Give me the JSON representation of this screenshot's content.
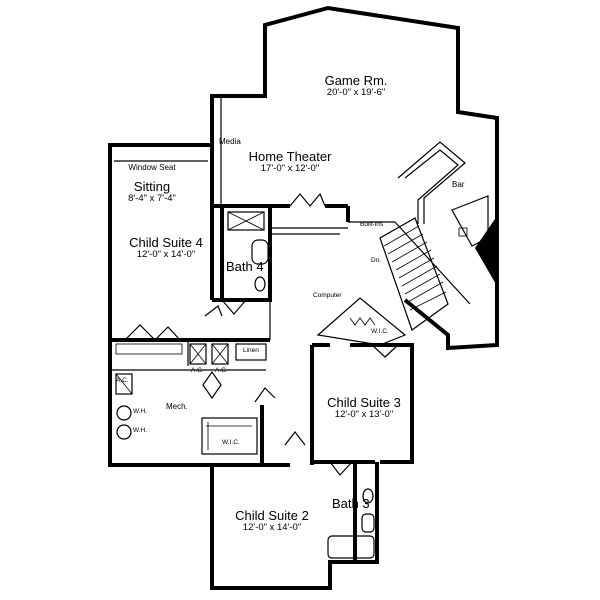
{
  "rooms": {
    "game_room": {
      "name": "Game Rm.",
      "dims": "20'-0\" x 19'-6\""
    },
    "home_theater": {
      "name": "Home Theater",
      "dims": "17'-0\" x 12'-0\""
    },
    "sitting": {
      "name": "Sitting",
      "dims": "8'-4\" x 7'-4\""
    },
    "child_suite_4": {
      "name": "Child Suite 4",
      "dims": "12'-0\" x 14'-0\""
    },
    "child_suite_3": {
      "name": "Child Suite 3",
      "dims": "12'-0\" x 13'-0\""
    },
    "child_suite_2": {
      "name": "Child Suite 2",
      "dims": "12'-0\" x 14'-0\""
    },
    "bath_4": {
      "name": "Bath 4"
    },
    "bath_3": {
      "name": "Bath 3"
    },
    "mech": {
      "name": "Mech."
    }
  },
  "labels": {
    "window_seat": "Window Seat",
    "media": "Media",
    "bar": "Bar",
    "built_ins": "Built-ins",
    "dn": "Dn.",
    "computer": "Computer",
    "wic_3": "W.I.C.",
    "wic_2": "W.I.C.",
    "linen": "Linen",
    "ac_1": "A.C.",
    "ac_2": "A.C.",
    "ac_3": "A.C.",
    "wh_1": "W.H.",
    "wh_2": "W.H."
  }
}
